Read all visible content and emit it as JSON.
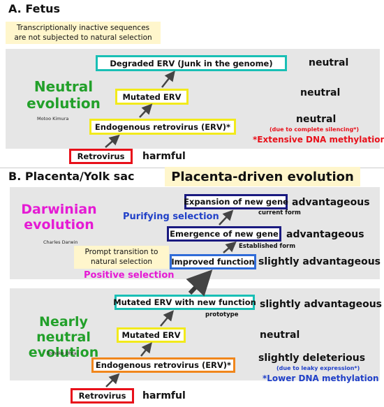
{
  "colors": {
    "panel": "#e6e6e6",
    "red": "#e8101a",
    "green": "#22a02a",
    "magenta": "#e51ad4",
    "blue": "#2040c8",
    "teal": "#19bfb5",
    "yellow": "#f2ea1b",
    "navy": "#1a1a80",
    "orange": "#f0861c",
    "note_bg": "#fff6cc"
  },
  "sectionA": {
    "header": "A. Fetus",
    "note": [
      "Transcriptionally inactive sequences",
      "are not subjected to natural selection"
    ],
    "theory": [
      "Neutral",
      "evolution"
    ],
    "author": "Motoo Kimura",
    "boxes": {
      "degraded": "Degraded ERV (Junk in the genome)",
      "mutated": "Mutated ERV",
      "erv": "Endogenous retrovirus (ERV)*",
      "retrovirus": "Retrovirus"
    },
    "labels": {
      "degraded": "neutral",
      "mutated": "neutral",
      "erv": "neutral",
      "erv_note": "(due to complete silencing*)",
      "methylation": "*Extensive DNA methylation",
      "retrovirus": "harmful"
    }
  },
  "sectionB": {
    "header": "B. Placenta/Yolk sac",
    "title": "Placenta-driven evolution",
    "darwin": {
      "theory": [
        "Darwinian",
        "evolution"
      ],
      "author": "Charles Darwin",
      "purifying": "Purifying selection",
      "prompt": [
        "Prompt transition to",
        "natural selection"
      ],
      "positive": "Positive selection",
      "boxes": {
        "expansion": "Expansion of new gene",
        "emergence": "Emergence of new gene",
        "improved": "Improved function"
      },
      "labels": {
        "expansion": "advantageous",
        "expansion_sub": "current form",
        "emergence": "advantageous",
        "emergence_sub": "Established form",
        "improved": "slightly advantageous"
      }
    },
    "nearly": {
      "theory": [
        "Nearly neutral",
        "evolution"
      ],
      "author": "Tomoko Ohta",
      "boxes": {
        "mutated_new": "Mutated ERV with new function",
        "mutated": "Mutated ERV",
        "erv": "Endogenous retrovirus (ERV)*",
        "retrovirus": "Retrovirus"
      },
      "labels": {
        "mutated_new": "slightly advantageous",
        "mutated_new_sub": "prototype",
        "mutated": "neutral",
        "erv": "slightly deleterious",
        "erv_note": "(due to leaky expression*)",
        "methylation": "*Lower DNA methylation",
        "retrovirus": "harmful"
      }
    }
  }
}
